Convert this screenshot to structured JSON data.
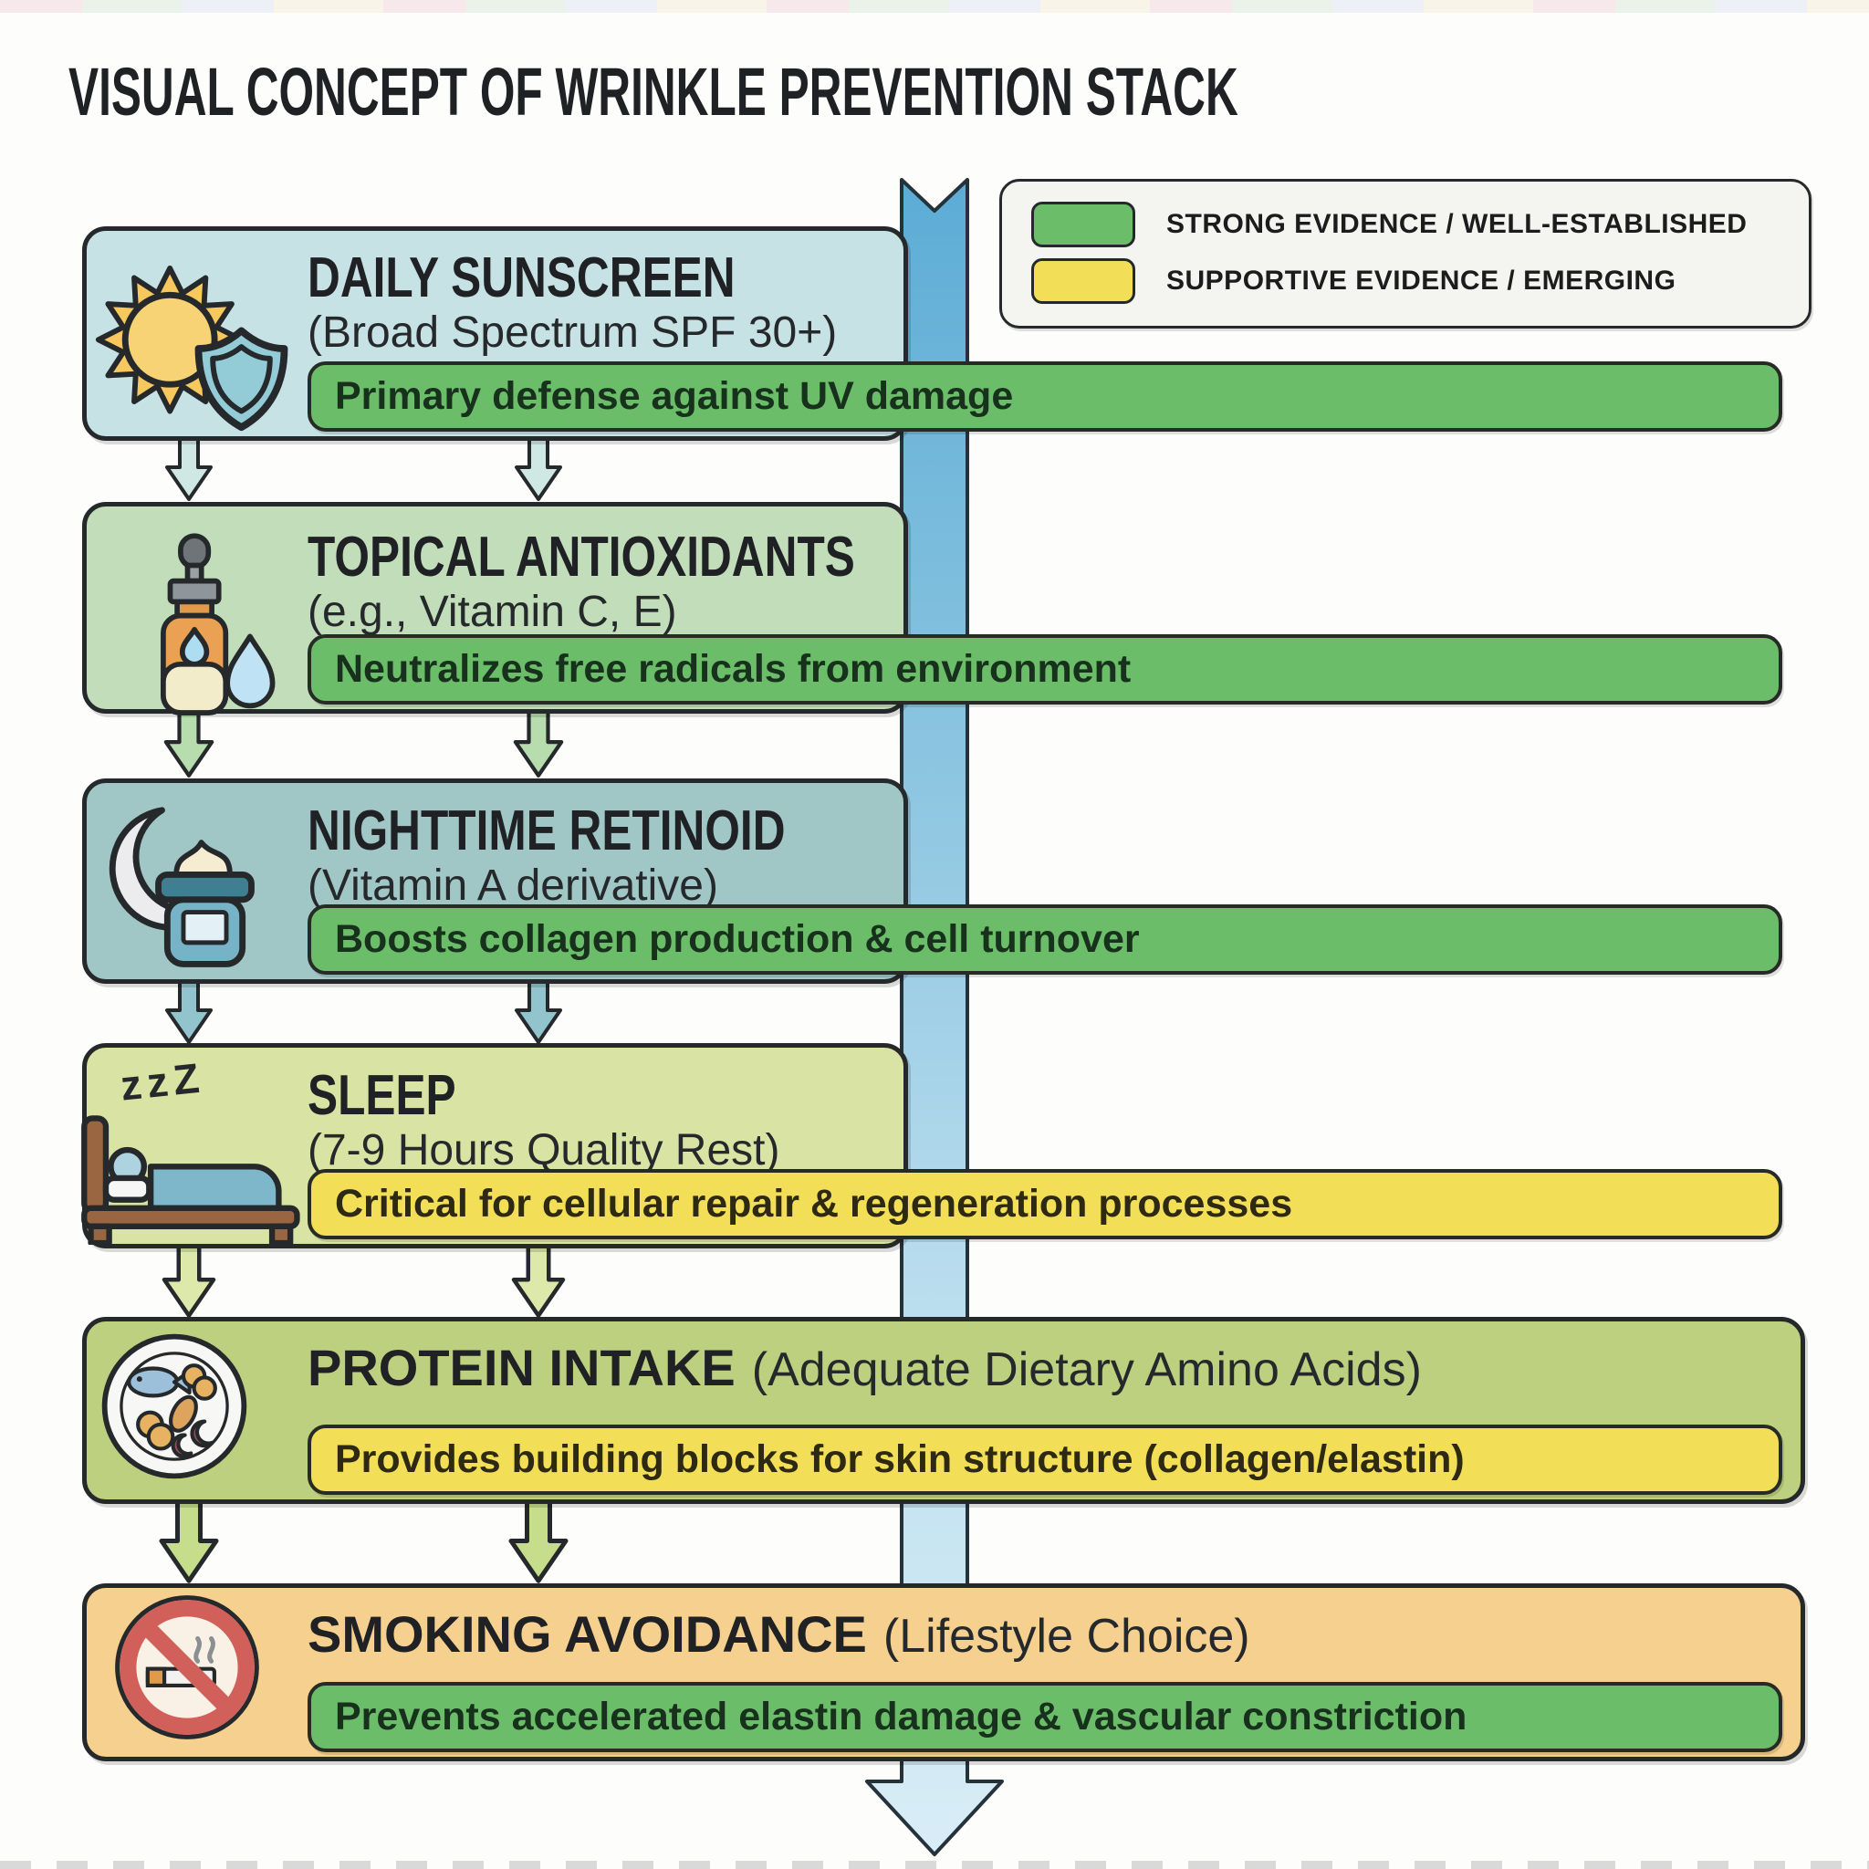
{
  "title": "VISUAL CONCEPT OF WRINKLE PREVENTION STACK",
  "legend": {
    "items": [
      {
        "label": "STRONG EVIDENCE / WELL-ESTABLISHED",
        "color": "#6cbd6a"
      },
      {
        "label": "SUPPORTIVE EVIDENCE / EMERGING",
        "color": "#f3de58"
      }
    ]
  },
  "colors": {
    "strong_evidence_bar": "#6cbd6a",
    "supportive_evidence_bar": "#f3de58",
    "flow_ribbon_top": "#5cacd6",
    "flow_ribbon_bottom": "#d8edf6",
    "outline": "#26292b",
    "background": "#fdfdfc"
  },
  "steps": [
    {
      "title": "DAILY SUNSCREEN",
      "subtitle": "(Broad Spectrum SPF 30+)",
      "evidence": "Primary defense against UV damage",
      "evidence_level": "strong",
      "icon": "sun-shield-icon",
      "box_color": "#c6e2e4"
    },
    {
      "title": "TOPICAL ANTIOXIDANTS",
      "subtitle": "(e.g., Vitamin C, E)",
      "evidence": "Neutralizes free radicals from environment",
      "evidence_level": "strong",
      "icon": "dropper-bottle-icon",
      "box_color": "#c2ddb9"
    },
    {
      "title": "NIGHTTIME RETINOID",
      "subtitle": "(Vitamin A derivative)",
      "evidence": "Boosts collagen production & cell turnover",
      "evidence_level": "strong",
      "icon": "moon-cream-jar-icon",
      "box_color": "#a0c6c6"
    },
    {
      "title": "SLEEP",
      "subtitle": "(7-9 Hours Quality Rest)",
      "icon_text": "zzZ",
      "evidence": "Critical for cellular repair & regeneration processes",
      "evidence_level": "supportive",
      "icon": "sleep-bed-icon",
      "box_color": "#d9e3a3"
    },
    {
      "title": "PROTEIN INTAKE",
      "subtitle": "(Adequate Dietary Amino Acids)",
      "evidence": "Provides building blocks for skin structure (collagen/elastin)",
      "evidence_level": "supportive",
      "icon": "protein-plate-icon",
      "box_color": "#bdd07f"
    },
    {
      "title": "SMOKING AVOIDANCE",
      "subtitle": "(Lifestyle Choice)",
      "evidence": "Prevents accelerated elastin damage & vascular constriction",
      "evidence_level": "strong",
      "icon": "no-smoking-icon",
      "box_color": "#f5d08e"
    }
  ]
}
